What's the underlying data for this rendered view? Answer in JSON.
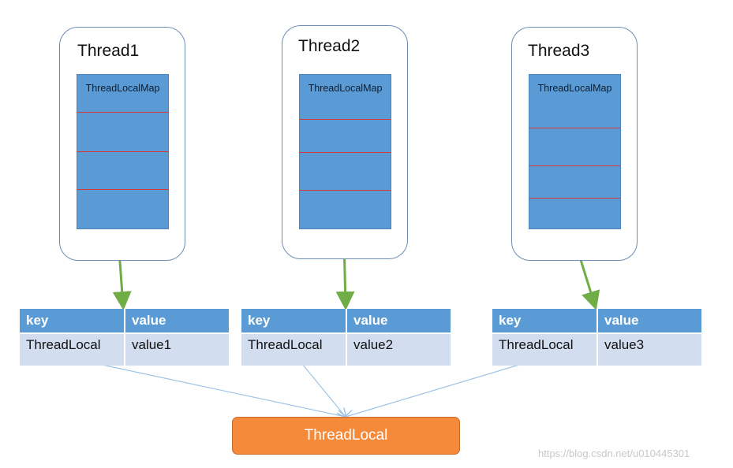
{
  "threads": [
    {
      "title": "Thread1",
      "map_label": "ThreadLocalMap"
    },
    {
      "title": "Thread2",
      "map_label": "ThreadLocalMap"
    },
    {
      "title": "Thread3",
      "map_label": "ThreadLocalMap"
    }
  ],
  "entries": [
    {
      "key_header": "key",
      "value_header": "value",
      "key": "ThreadLocal",
      "value": "value1"
    },
    {
      "key_header": "key",
      "value_header": "value",
      "key": "ThreadLocal",
      "value": "value2"
    },
    {
      "key_header": "key",
      "value_header": "value",
      "key": "ThreadLocal",
      "value": "value3"
    }
  ],
  "thread_local_label": "ThreadLocal",
  "watermark": "https://blog.csdn.net/u010445301",
  "colors": {
    "map_fill": "#5b9bd5",
    "slot_divider": "#d23a3a",
    "entry_arrow": "#70ad47",
    "reference_line": "#9dc3e6",
    "thread_local_fill": "#f58a3a"
  }
}
